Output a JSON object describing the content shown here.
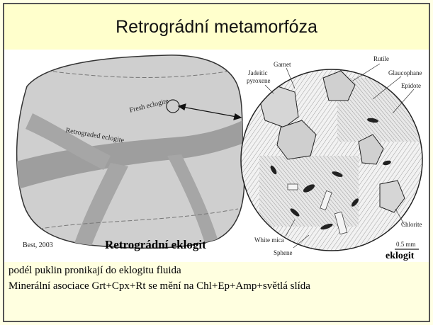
{
  "slide": {
    "title": "Retrográdní metamorfóza",
    "body_lines": [
      "podél puklin pronikají do eklogitu fluida",
      "Minerální asociace Grt+Cpx+Rt se mění na Chl+Ep+Amp+světlá slída"
    ]
  },
  "figure": {
    "block_labels": {
      "fresh": "Fresh eclogite",
      "retrograded": "Retrograded eclogite"
    },
    "citation": "Best, 2003",
    "caption_main": "Retrográdní eklogit",
    "caption_side": "eklogit",
    "mineral_labels": {
      "garnet": "Garnet",
      "rutile": "Rutile",
      "jadeitic_1": "Jadeitic",
      "jadeitic_2": "pyroxene",
      "glaucophane": "Glaucophane",
      "epidote": "Epidote",
      "chlorite": "Chlorite",
      "white_mica": "White mica",
      "sphene": "Sphene",
      "scale": "0.5 mm"
    }
  }
}
